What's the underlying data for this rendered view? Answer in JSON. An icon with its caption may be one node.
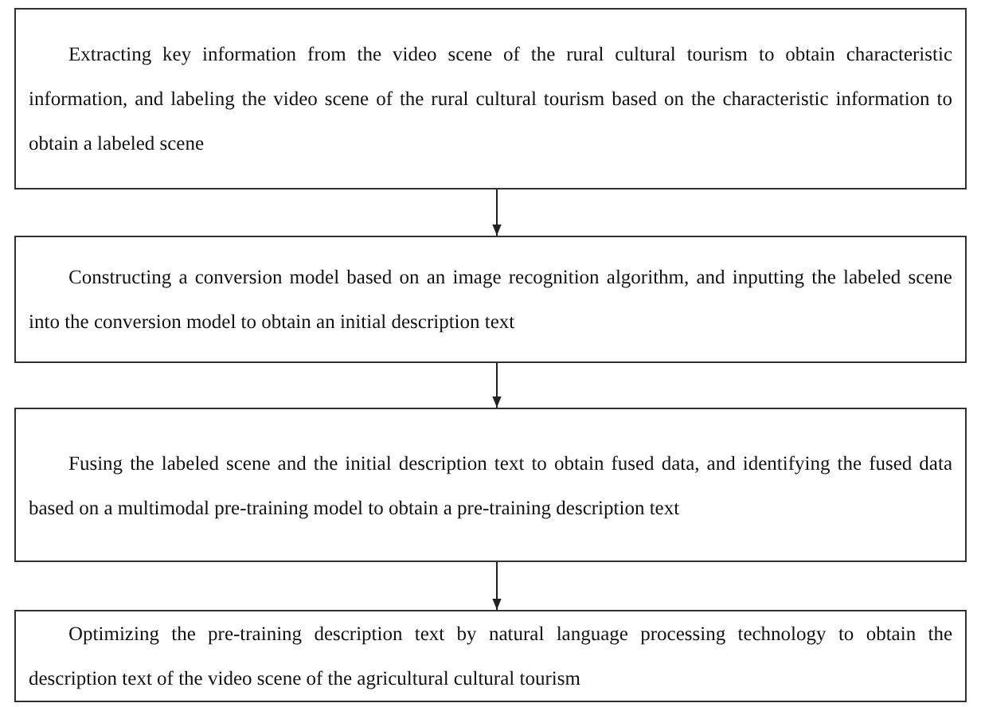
{
  "diagram": {
    "nodes": [
      {
        "text": [
          "Extracting key information from the video scene of the rural cultural tourism to obtain characteristic information, and labeling the video scene of the rural cultural tourism based on the characteristic information to obtain a labeled scene"
        ]
      },
      {
        "text": [
          "Constructing a conversion model based on an image recognition algorithm, and inputting the labeled scene into the conversion model to obtain an initial description text"
        ]
      },
      {
        "text": [
          "Fusing the labeled scene and the initial description text to obtain fused data, and identifying the fused data based on a multimodal pre-training model to obtain a pre-training description text"
        ]
      },
      {
        "text": [
          "Optimizing the pre-training description text by natural language processing technology to obtain the description text of the video scene of the agricultural cultural tourism"
        ]
      }
    ],
    "edges": [
      {
        "from": 0,
        "to": 1,
        "arrow": "to"
      },
      {
        "from": 1,
        "to": 2,
        "arrow": "to"
      },
      {
        "from": 2,
        "to": 3,
        "arrow": "to"
      }
    ]
  }
}
